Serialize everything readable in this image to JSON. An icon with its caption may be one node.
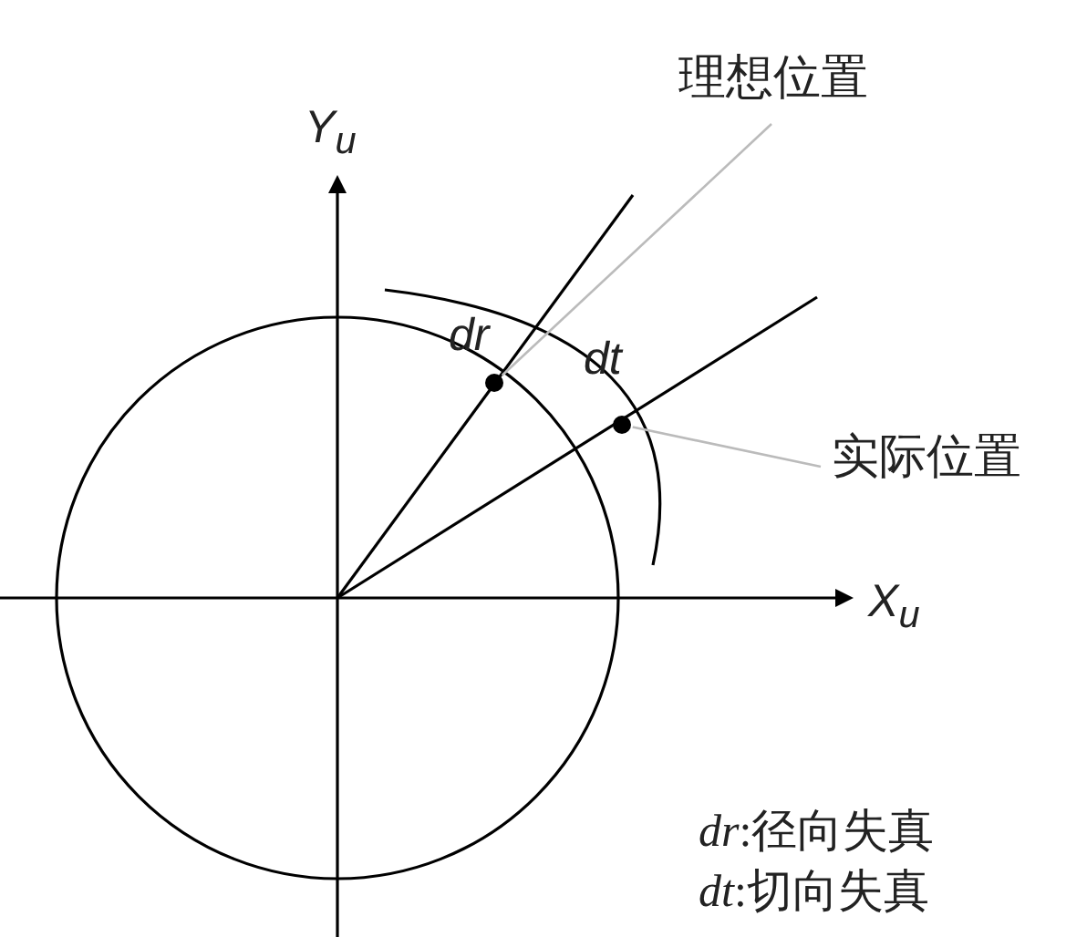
{
  "diagram": {
    "nodes": [
      {
        "text": [
          "理想位置"
        ]
      },
      {
        "text": [
          "实际位置"
        ]
      },
      {
        "text": [],
        "shape": "circle"
      },
      {
        "text": [],
        "shape": "circle"
      }
    ],
    "edges": [
      {
        "from": 0,
        "to": 2,
        "arrow": "none"
      },
      {
        "from": 1,
        "to": 3,
        "arrow": "none"
      }
    ],
    "labels": [
      "Y$_{u}$",
      "X$_{u}$",
      "dr",
      "dt",
      "*dr*:径向失真",
      "*dt*:切向失真"
    ]
  }
}
